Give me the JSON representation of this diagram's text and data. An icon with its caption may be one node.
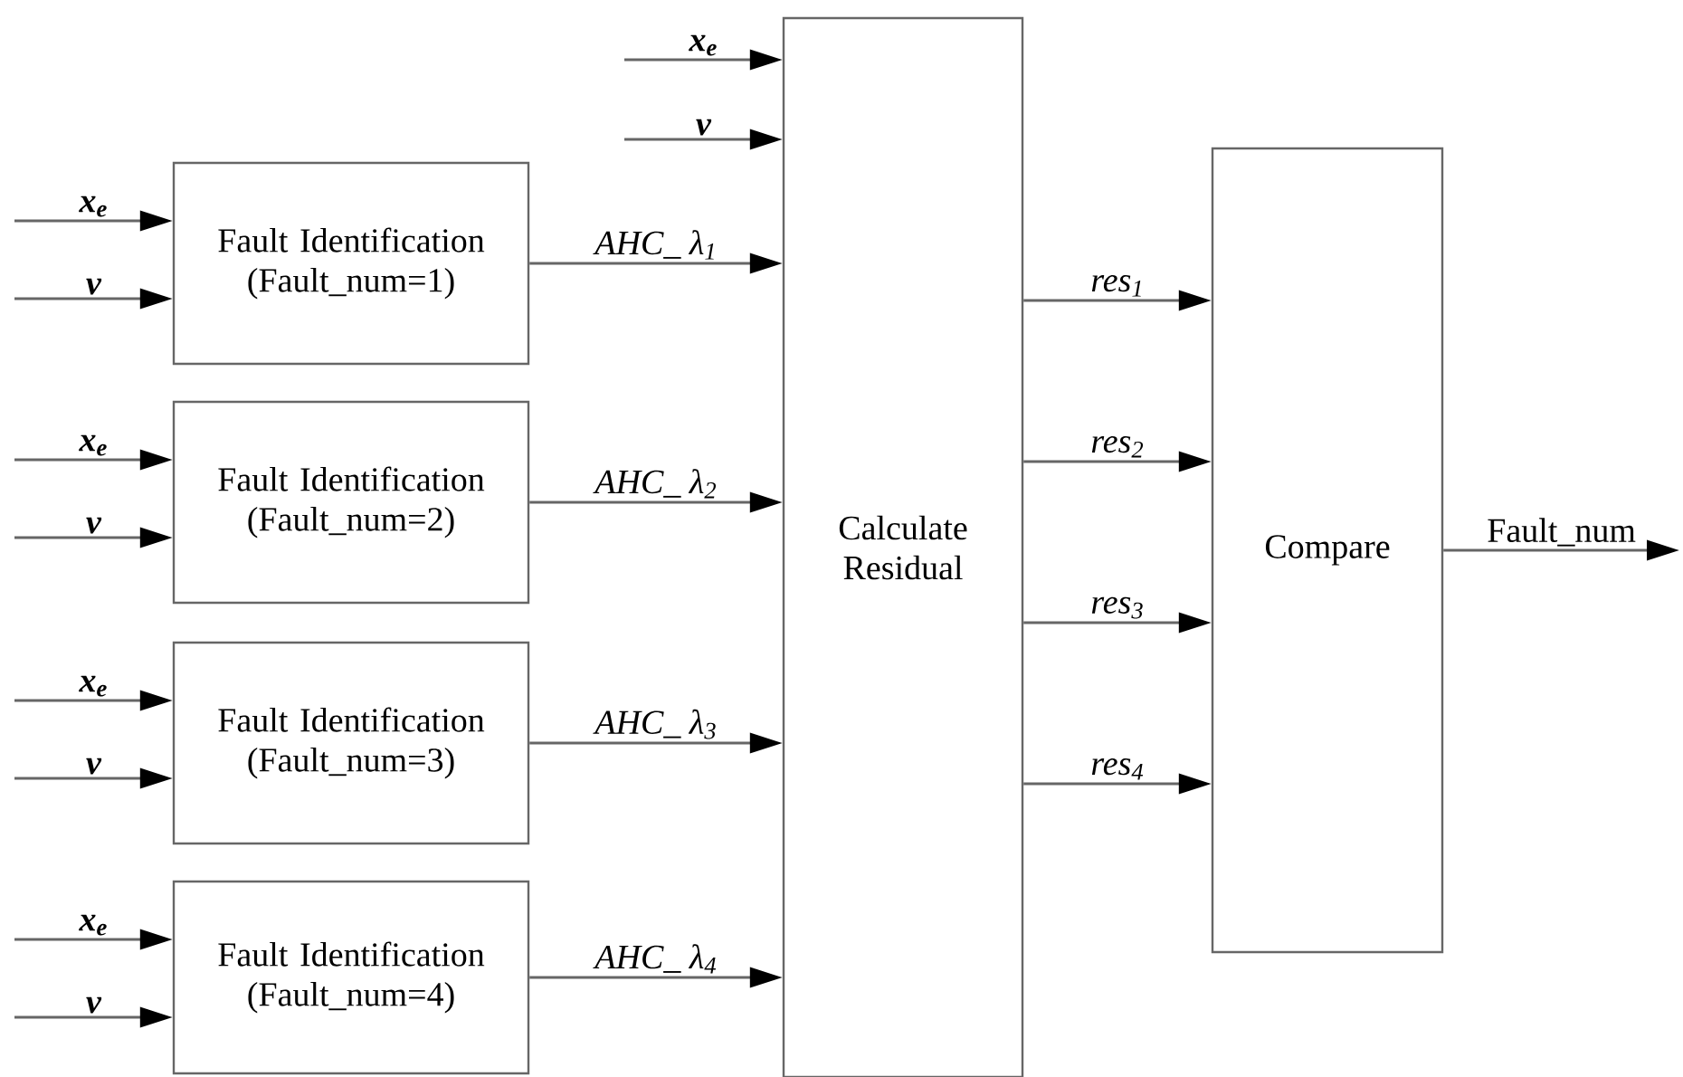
{
  "diagram": {
    "nodes": [
      {
        "text": [
          "Fault Identification (Fault_num=1)"
        ]
      },
      {
        "text": [
          "Fault Identification (Fault_num=2)"
        ]
      },
      {
        "text": [
          "Fault Identification (Fault_num=3)"
        ]
      },
      {
        "text": [
          "Fault Identification (Fault_num=4)"
        ]
      },
      {
        "text": [
          "Calculate Residual"
        ]
      },
      {
        "text": [
          "Compare"
        ]
      }
    ],
    "edges": [
      {
        "from": null,
        "to": 0,
        "arrow": "to",
        "label": "x$_{e}$"
      },
      {
        "from": null,
        "to": 0,
        "arrow": "to",
        "label": "v"
      },
      {
        "from": null,
        "to": 1,
        "arrow": "to",
        "label": "x$_{e}$"
      },
      {
        "from": null,
        "to": 1,
        "arrow": "to",
        "label": "v"
      },
      {
        "from": null,
        "to": 2,
        "arrow": "to",
        "label": "x$_{e}$"
      },
      {
        "from": null,
        "to": 2,
        "arrow": "to",
        "label": "v"
      },
      {
        "from": null,
        "to": 3,
        "arrow": "to",
        "label": "x$_{e}$"
      },
      {
        "from": null,
        "to": 3,
        "arrow": "to",
        "label": "v"
      },
      {
        "from": null,
        "to": 4,
        "arrow": "to",
        "label": "x$_{e}$"
      },
      {
        "from": null,
        "to": 4,
        "arrow": "to",
        "label": "v"
      },
      {
        "from": 0,
        "to": 4,
        "arrow": "to",
        "label": "AHC_ λ$_{1}$"
      },
      {
        "from": 1,
        "to": 4,
        "arrow": "to",
        "label": "AHC_ λ$_{2}$"
      },
      {
        "from": 2,
        "to": 4,
        "arrow": "to",
        "label": "AHC_ λ$_{3}$"
      },
      {
        "from": 3,
        "to": 4,
        "arrow": "to",
        "label": "AHC_ λ$_{4}$"
      },
      {
        "from": 4,
        "to": 5,
        "arrow": "to",
        "label": "res$_{1}$"
      },
      {
        "from": 4,
        "to": 5,
        "arrow": "to",
        "label": "res$_{2}$"
      },
      {
        "from": 4,
        "to": 5,
        "arrow": "to",
        "label": "res$_{3}$"
      },
      {
        "from": 4,
        "to": 5,
        "arrow": "to",
        "label": "res$_{4}$"
      },
      {
        "from": 5,
        "to": null,
        "arrow": "to",
        "label": "Fault_num"
      }
    ]
  }
}
